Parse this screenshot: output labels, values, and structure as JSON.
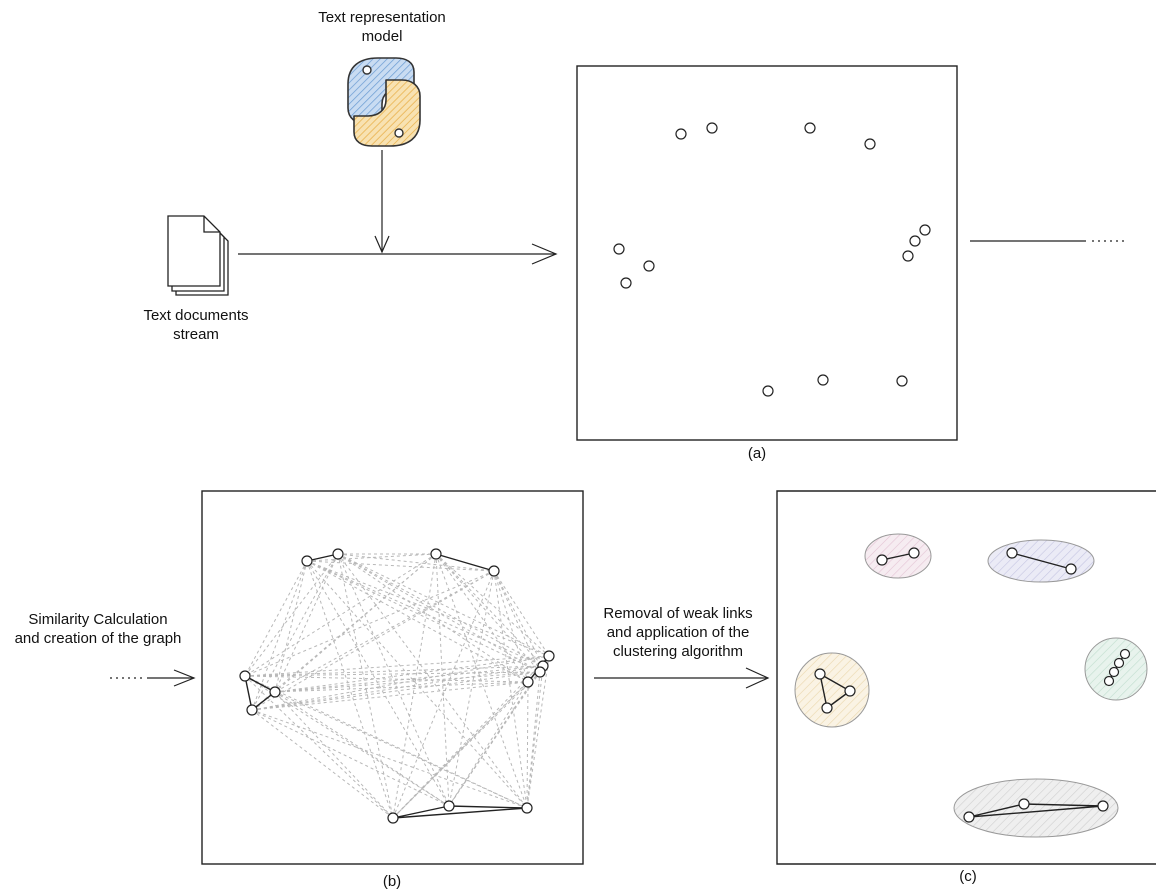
{
  "labels": {
    "model_line1": "Text representation",
    "model_line2": "model",
    "docs_line1": "Text documents",
    "docs_line2": "stream",
    "panel_a": "(a)",
    "panel_b": "(b)",
    "panel_c": "(c)",
    "similarity_line1": "Similarity Calculation",
    "similarity_line2": "and creation of the graph",
    "removal_line1": "Removal of weak links",
    "removal_line2": "and application of the",
    "removal_line3": "clustering algorithm"
  },
  "icons": {
    "python": "python-logo-icon",
    "documents": "document-stack-icon"
  },
  "colors": {
    "stroke": "#111111",
    "weak_link": "#b5b5b5",
    "python_blue": "#8fb6e0",
    "python_yellow": "#f2c66b",
    "cluster_pink": "#f0dde6",
    "cluster_purple": "#dcdcef",
    "cluster_green": "#d8ebe2",
    "cluster_yellow": "#f5ebd3",
    "cluster_gray": "#e3e3e3"
  }
}
